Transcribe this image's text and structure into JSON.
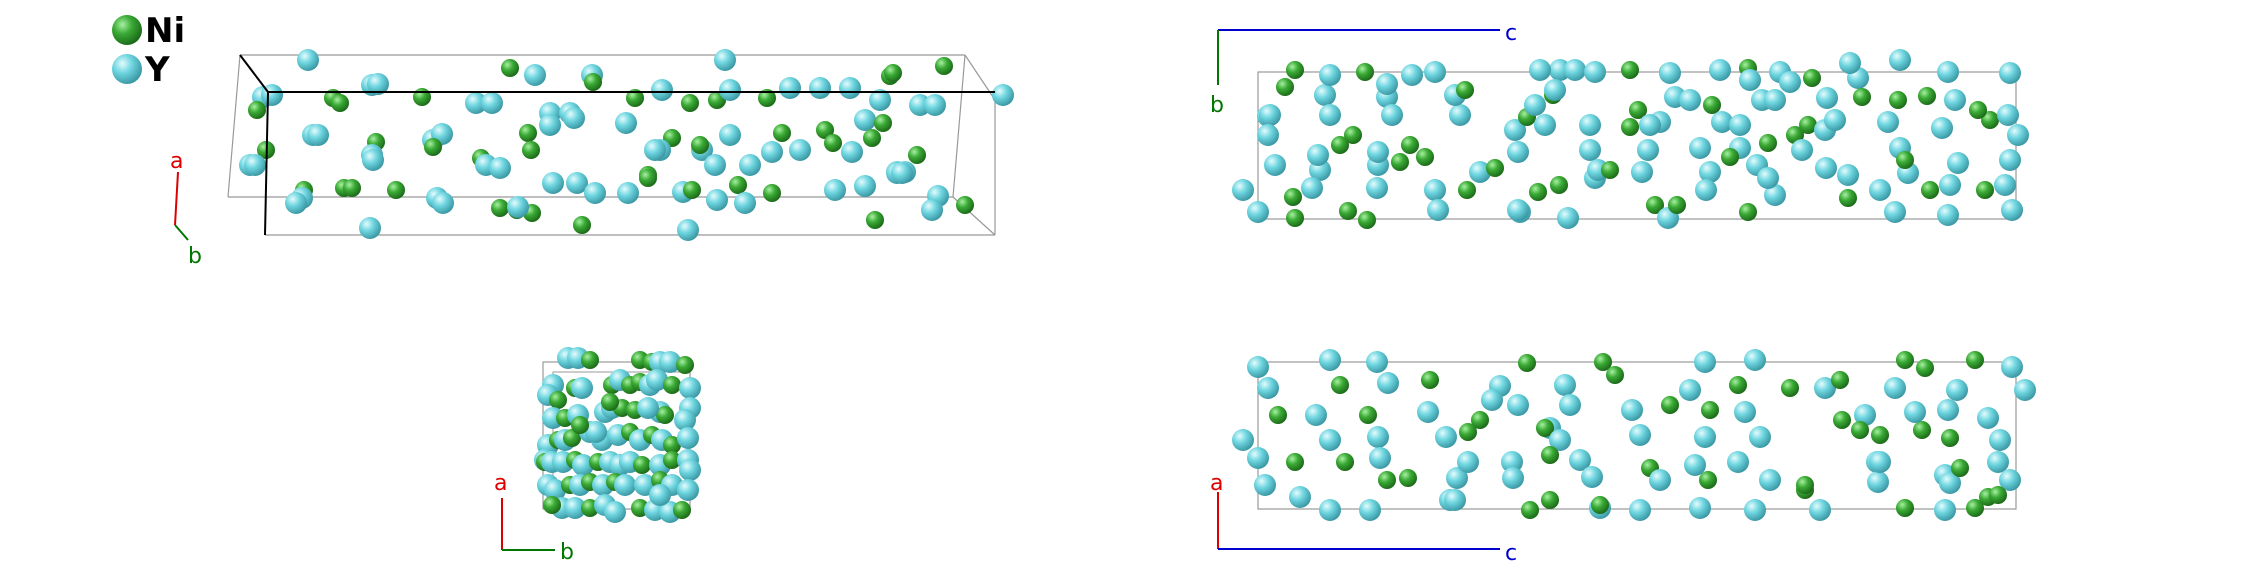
{
  "legend": {
    "items": [
      {
        "symbol": "Ni",
        "color": "#3aaa35",
        "highlight": "#8fe38a",
        "shade": "#1d6e1a"
      },
      {
        "symbol": "Y",
        "color": "#6fd6e0",
        "highlight": "#d6f7fa",
        "shade": "#3b9aa6"
      }
    ]
  },
  "colors": {
    "axis_a": "#dd0000",
    "axis_b": "#007700",
    "axis_c": "#0000cc",
    "cell_edge": "#999999",
    "cell_edge_front": "#000000"
  },
  "axis_labels": {
    "a": "a",
    "b": "b",
    "c": "c"
  },
  "panels": [
    {
      "id": "perspective",
      "axes": [
        "a",
        "b"
      ]
    },
    {
      "id": "view-bc",
      "axes": [
        "c",
        "b"
      ]
    },
    {
      "id": "view-ab",
      "axes": [
        "a",
        "b"
      ]
    },
    {
      "id": "view-ac",
      "axes": [
        "a",
        "c"
      ]
    }
  ]
}
